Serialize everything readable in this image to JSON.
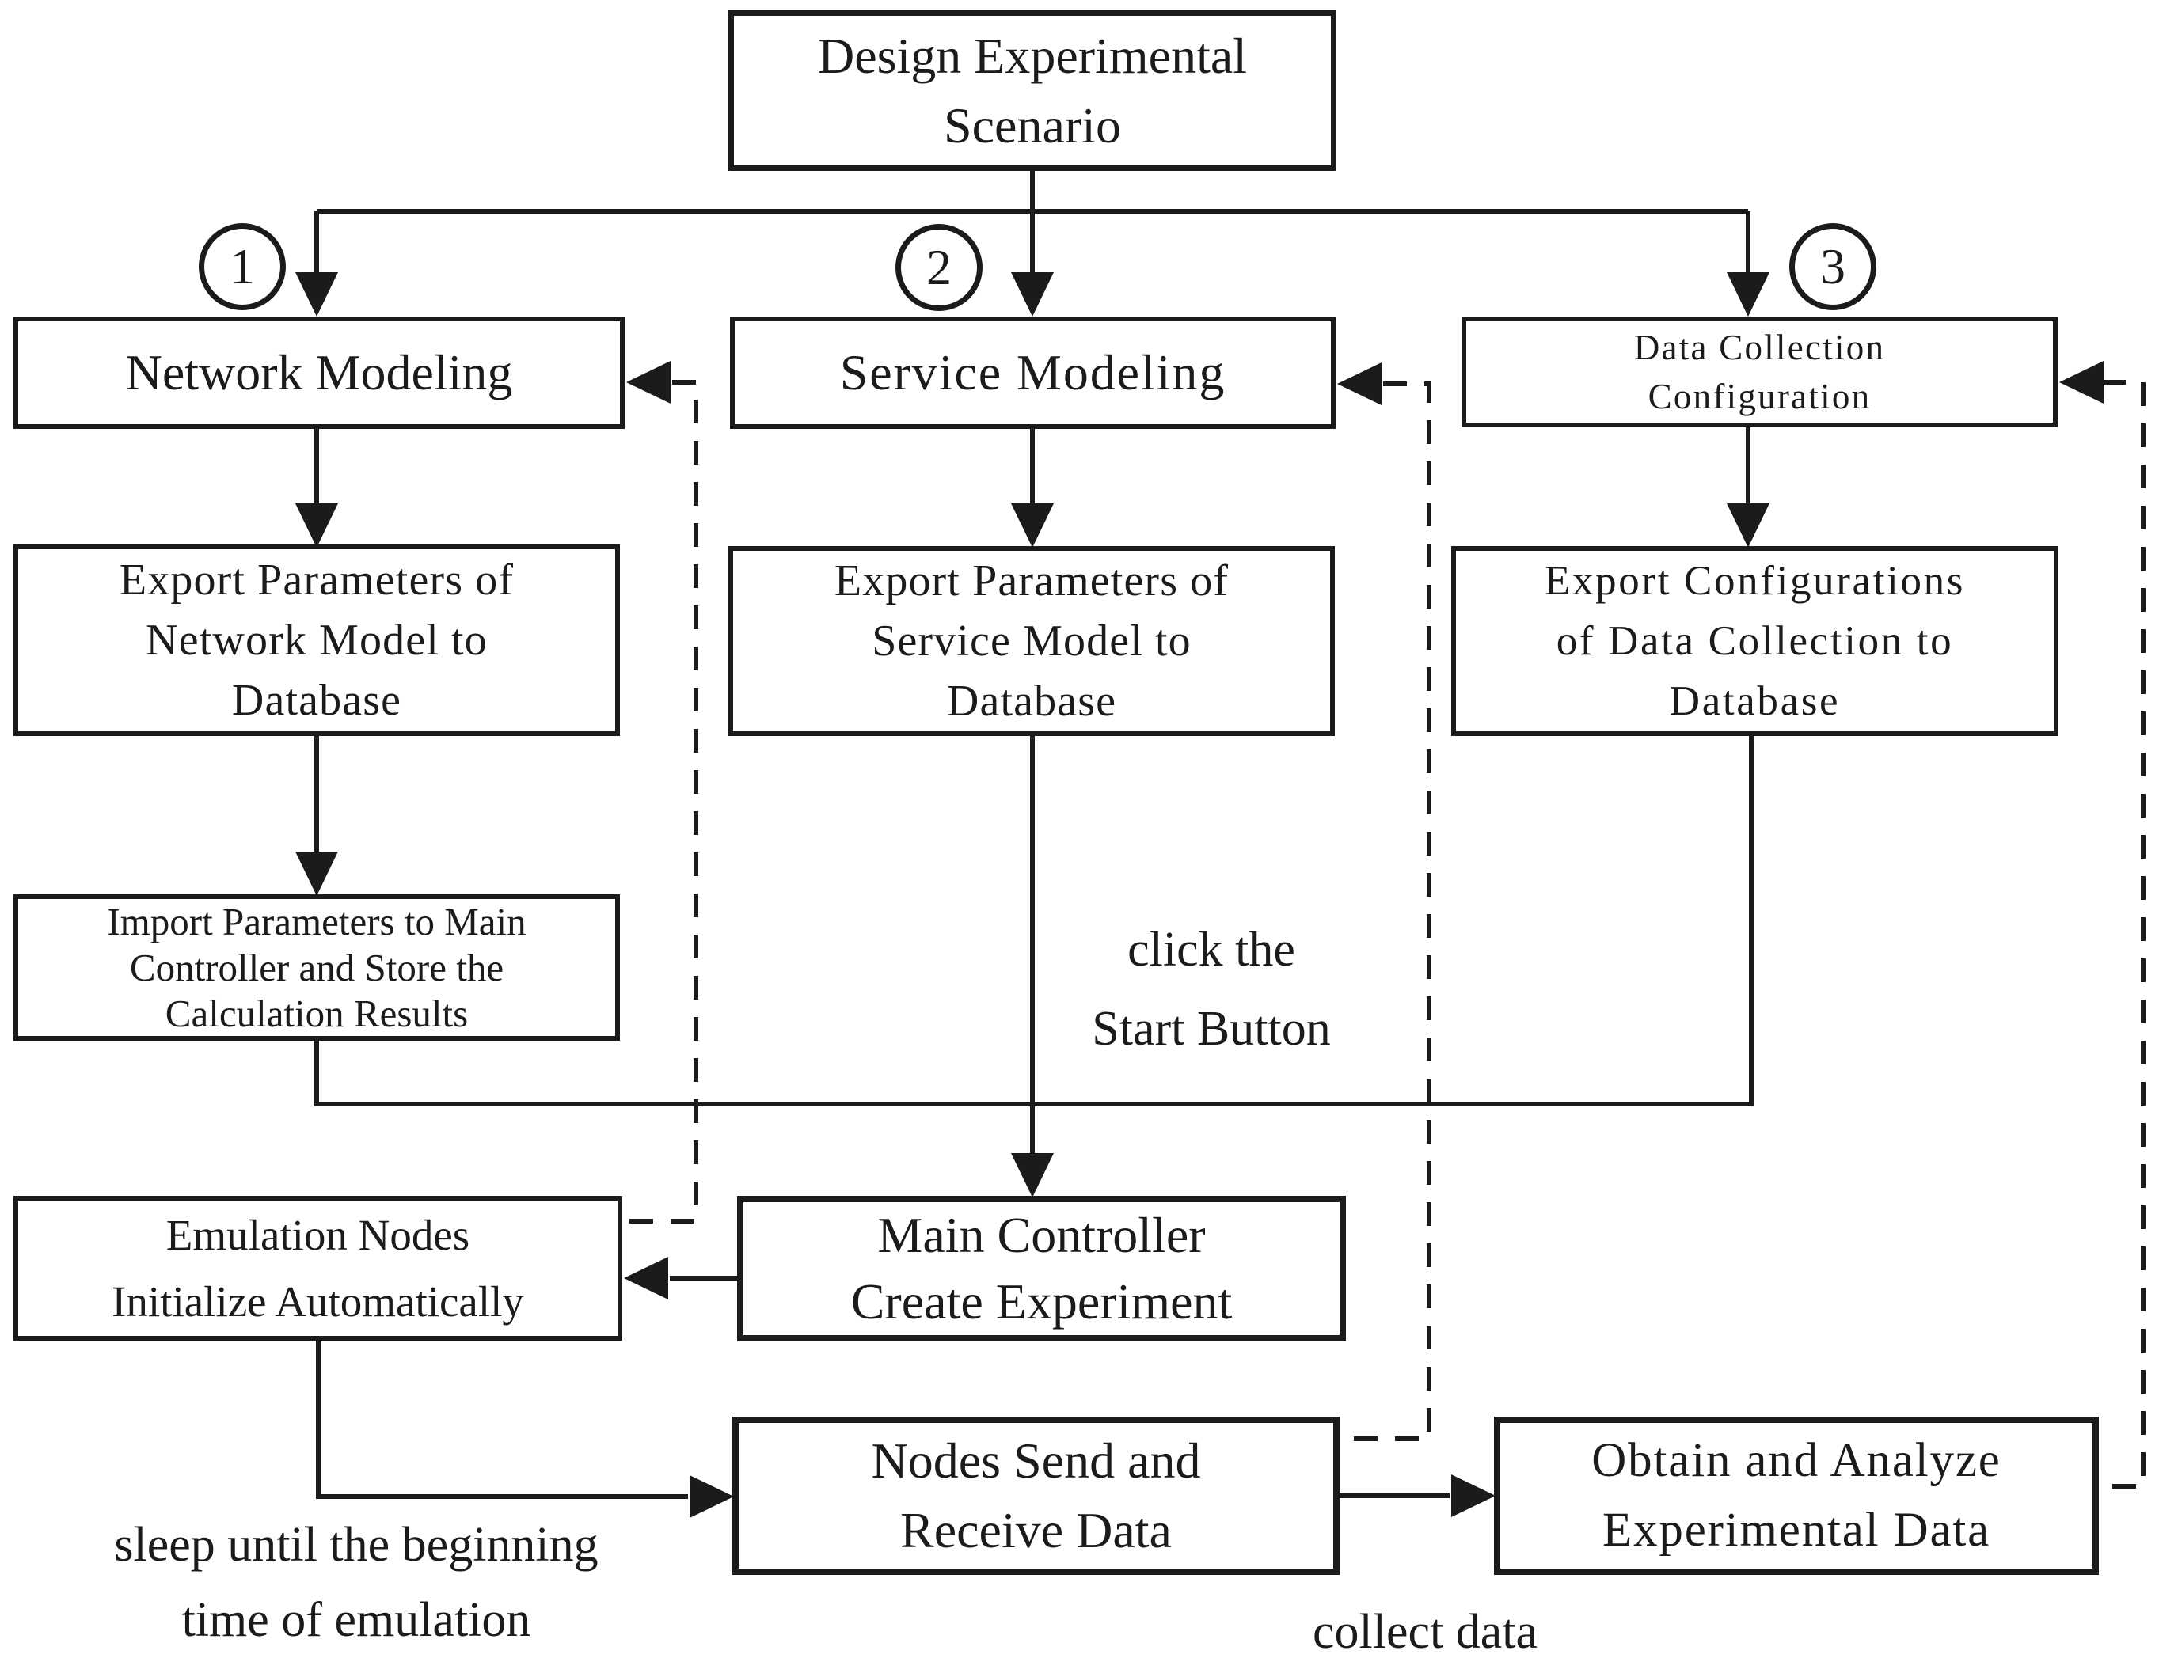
{
  "diagram": {
    "title": "Emulation experiment workflow flowchart",
    "colors": {
      "ink": "#1b1b1b",
      "background": "#ffffff"
    }
  },
  "branch_markers": [
    {
      "number": "1"
    },
    {
      "number": "2"
    },
    {
      "number": "3"
    }
  ],
  "nodes": {
    "design": {
      "label": "Design Experimental\nScenario"
    },
    "network_modeling": {
      "label": "Network Modeling"
    },
    "service_modeling": {
      "label": "Service Modeling"
    },
    "data_collection_configuration": {
      "label": "Data Collection\nConfiguration"
    },
    "export_network_params": {
      "label": "Export Parameters of\nNetwork Model to\nDatabase"
    },
    "export_service_params": {
      "label": "Export Parameters of\nService Model to\nDatabase"
    },
    "export_collection_configs": {
      "label": "Export Configurations\nof Data Collection to\nDatabase"
    },
    "import_params": {
      "label": "Import Parameters to Main\nController and Store the\nCalculation Results"
    },
    "main_controller": {
      "label": "Main Controller\nCreate Experiment"
    },
    "emulation_nodes": {
      "label": "Emulation Nodes\nInitialize Automatically"
    },
    "nodes_send_receive": {
      "label": "Nodes Send and\nReceive Data"
    },
    "obtain_analyze": {
      "label": "Obtain and Analyze\nExperimental Data"
    }
  },
  "annotations": {
    "click_start": "click the\nStart Button",
    "sleep_until": "sleep until the beginning\ntime of emulation",
    "collect_data": "collect data"
  }
}
